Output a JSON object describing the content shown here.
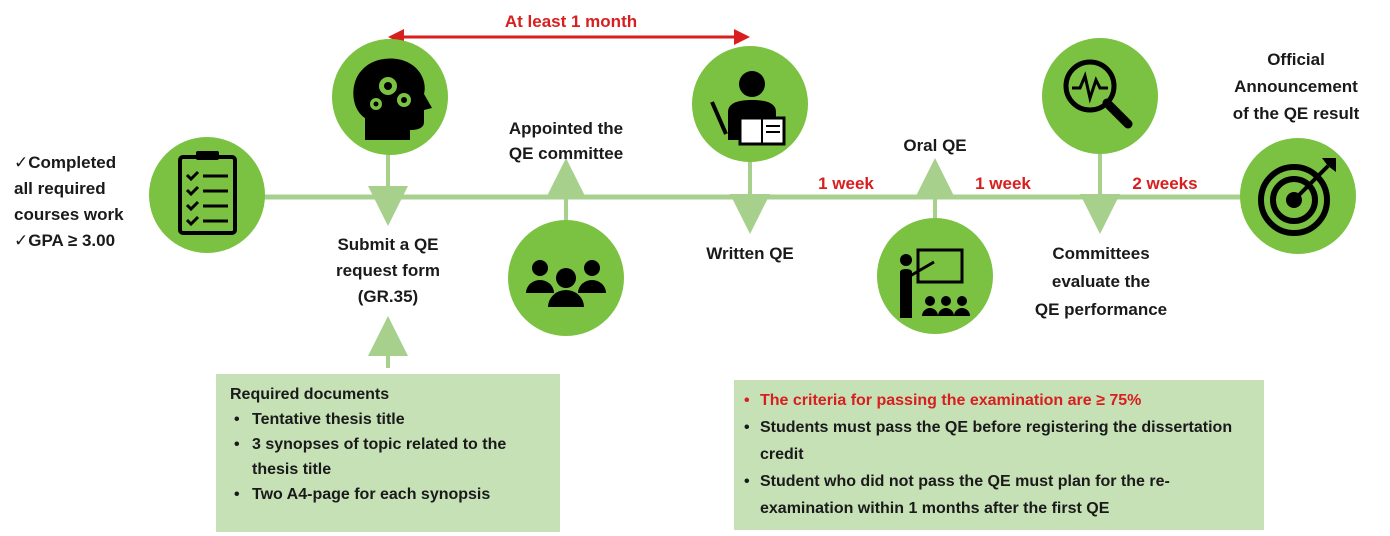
{
  "interval": {
    "text": "At least 1 month"
  },
  "prereq": {
    "line1": "✓Completed",
    "line2": "all required",
    "line3": "courses work",
    "line4": "✓GPA ≥ 3.00"
  },
  "steps": {
    "submit": [
      "Submit a QE",
      "request form",
      "(GR.35)"
    ],
    "appoint": [
      "Appointed the",
      "QE committee"
    ],
    "written": "Written QE",
    "oral": "Oral QE",
    "evaluate": [
      "Committees",
      "evaluate the",
      "QE performance"
    ],
    "announce": [
      "Official",
      "Announcement",
      "of the QE result"
    ]
  },
  "durations": {
    "d1": "1 week",
    "d2": "1 week",
    "d3": "2 weeks"
  },
  "required_docs": {
    "title": "Required documents",
    "items": [
      "Tentative thesis title",
      "3 synopses of topic related to the thesis title",
      "Two A4-page for each synopsis"
    ]
  },
  "criteria": {
    "items": [
      "The criteria for passing the examination are ≥ 75%",
      "Students must pass the QE before registering the dissertation credit",
      "Student who did not pass the QE must plan for the re-examination within 1 months after the first QE"
    ]
  },
  "icons": [
    "checklist-icon",
    "head-gears-icon",
    "team-icon",
    "teacher-book-icon",
    "presentation-icon",
    "magnifier-pulse-icon",
    "target-icon"
  ],
  "colors": {
    "circle": "#7bc142",
    "line": "#a7d08c",
    "box": "#c6e1b6",
    "accent": "#d81e1e"
  }
}
